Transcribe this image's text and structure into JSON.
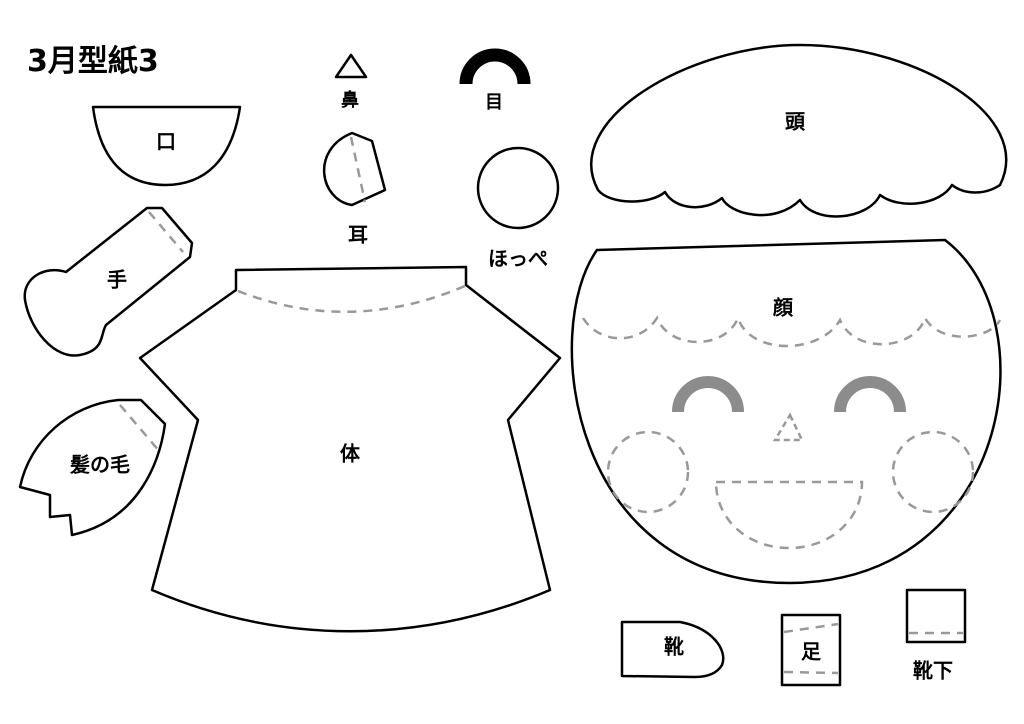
{
  "title": "3月型紙3",
  "labels": {
    "nose": "鼻",
    "eye": "目",
    "mouth": "口",
    "ear": "耳",
    "head": "頭",
    "cheek": "ほっぺ",
    "hand": "手",
    "body": "体",
    "face": "顔",
    "hair": "髪の毛",
    "shoe": "靴",
    "foot": "足",
    "sock": "靴下"
  },
  "colors": {
    "line": "#000000",
    "fold": "#999999",
    "face_eyes": "#8c8c8c"
  }
}
